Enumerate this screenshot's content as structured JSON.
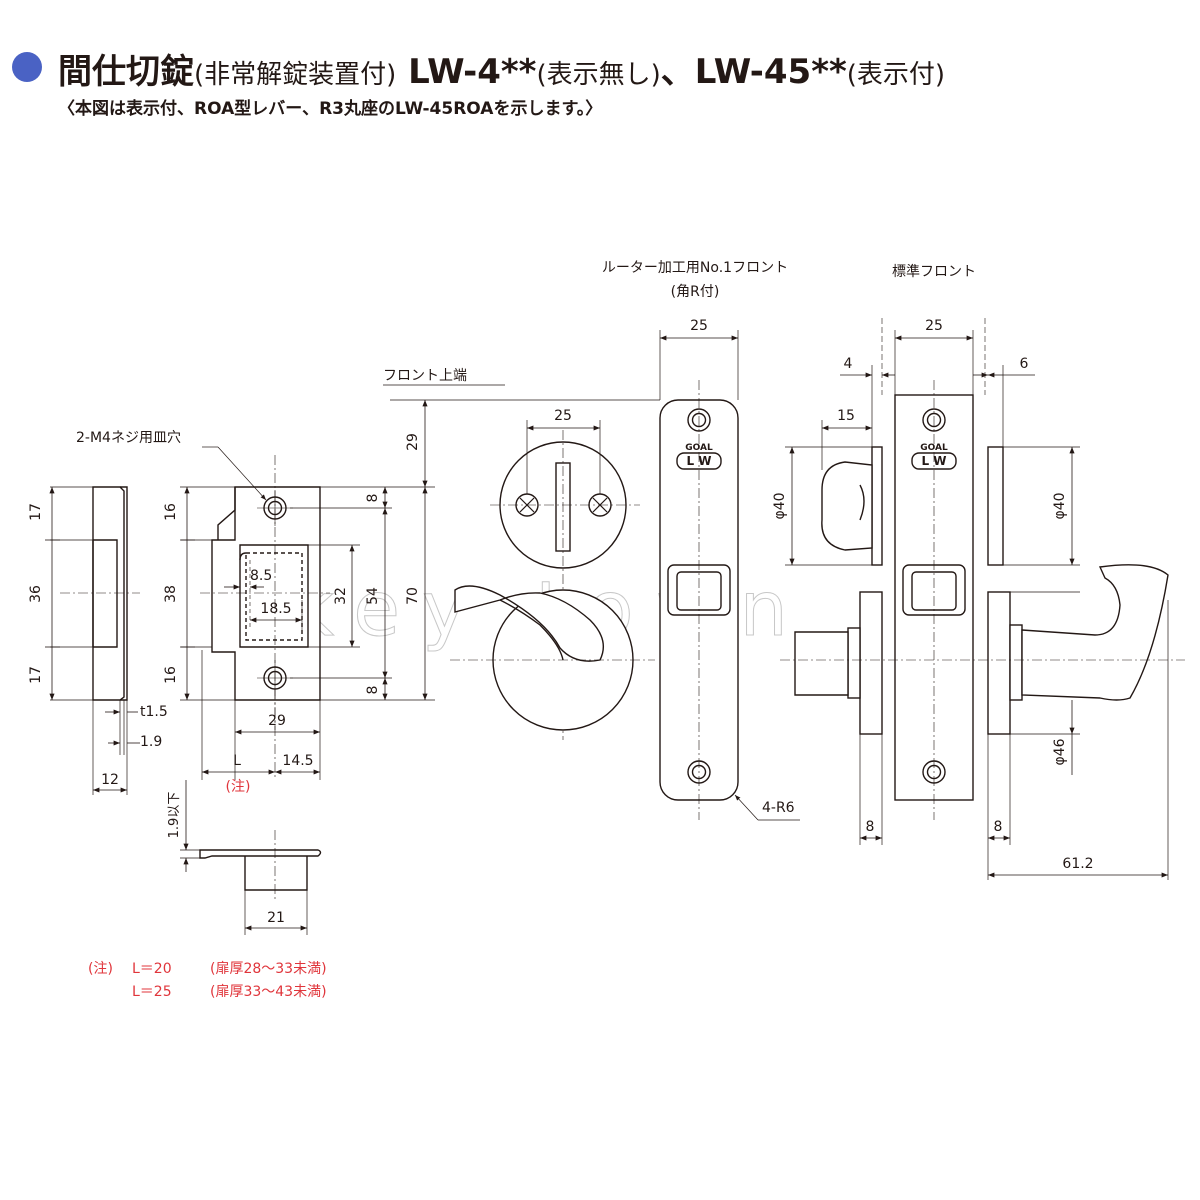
{
  "header": {
    "title_main": "間仕切錠",
    "title_paren1": "(非常解錠装置付)",
    "title_model1": " LW-4**",
    "title_paren2": "(表示無し)",
    "title_sep": "、",
    "title_model2": "LW-45**",
    "title_paren3": "(表示付)",
    "subtitle": "〈本図は表示付、ROA型レバー、R3丸座のLW-45ROAを示します。〉"
  },
  "labels": {
    "screw_holes": "2-M4ネジ用皿穴",
    "front_top_end": "フロント上端",
    "router_front": "ルーター加工用No.1フロント",
    "router_front_sub": "(角R付)",
    "standard_front": "標準フロント",
    "corner_radius": "4-R6",
    "note_mark": "(注)",
    "logo_text": "GOAL",
    "logo_box": "L W",
    "watermark": "key town"
  },
  "dimensions": {
    "d17_top": "17",
    "d36": "36",
    "d17_bottom": "17",
    "d16_top": "16",
    "d38": "38",
    "d16_bottom": "16",
    "d8_5": "8.5",
    "d18_5": "18.5",
    "d32": "32",
    "d54": "54",
    "d8_top": "8",
    "d8_bottom": "8",
    "d70": "70",
    "d29_top": "29",
    "t1_5": "t1.5",
    "d1_9": "1.9",
    "d12": "12",
    "d29": "29",
    "dL": "L",
    "d14_5": "14.5",
    "d1_9_below": "1.9以下",
    "d21": "21",
    "d25_rosette": "25",
    "d25_router": "25",
    "d25_standard": "25",
    "d4": "4",
    "d6": "6",
    "d15": "15",
    "phi40_left": "φ40",
    "phi40_right": "φ40",
    "phi46": "φ46",
    "d8_left": "8",
    "d8_right": "8",
    "d61_2": "61.2"
  },
  "notes": [
    {
      "mark": "(注)",
      "formula": "L＝20",
      "condition": "(扉厚28～33未満)"
    },
    {
      "mark": "",
      "formula": "L＝25",
      "condition": "(扉厚33～43未満)"
    }
  ],
  "colors": {
    "line": "#231815",
    "bullet": "#4a62c4",
    "note": "#e0353b",
    "watermark": "#c8c8c8"
  }
}
